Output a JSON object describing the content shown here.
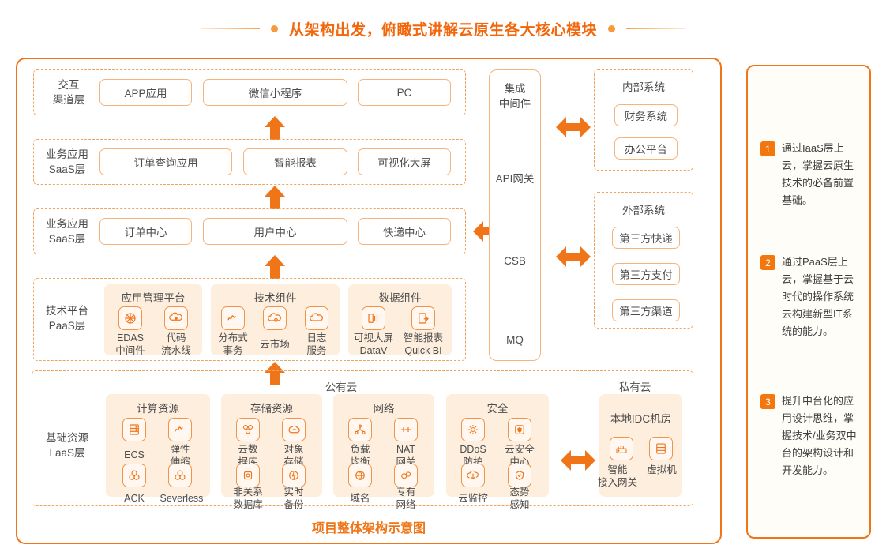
{
  "header": {
    "title": "从架构出发，俯瞰式讲解云原生各大核心模块"
  },
  "architecture": {
    "caption": "项目整体架构示意图",
    "layers": [
      {
        "label_line1": "交互",
        "label_line2": "渠道层",
        "boxes": [
          "APP应用",
          "微信小程序",
          "PC"
        ]
      },
      {
        "label_line1": "业务应用",
        "label_line2": "SaaS层",
        "boxes": [
          "订单查询应用",
          "智能报表",
          "可视化大屏"
        ]
      },
      {
        "label_line1": "业务应用",
        "label_line2": "SaaS层",
        "boxes": [
          "订单中心",
          "用户中心",
          "快递中心"
        ]
      }
    ],
    "paas": {
      "label_line1": "技术平台",
      "label_line2": "PaaS层",
      "groups": [
        {
          "title": "应用管理平台",
          "items": [
            {
              "icon": "edas-icon",
              "line1": "EDAS",
              "line2": "中间件"
            },
            {
              "icon": "code-pipeline-icon",
              "line1": "代码",
              "line2": "流水线"
            }
          ]
        },
        {
          "title": "技术组件",
          "items": [
            {
              "icon": "distributed-transaction-icon",
              "line1": "分布式",
              "line2": "事务"
            },
            {
              "icon": "cloud-market-icon",
              "line1": "云市场",
              "line2": ""
            },
            {
              "icon": "log-service-icon",
              "line1": "日志",
              "line2": "服务"
            }
          ]
        },
        {
          "title": "数据组件",
          "items": [
            {
              "icon": "datav-icon",
              "line1": "可视大屏",
              "line2": "DataV"
            },
            {
              "icon": "quickbi-icon",
              "line1": "智能报表",
              "line2": "Quick BI"
            }
          ]
        }
      ]
    },
    "middleware": {
      "title_line1": "集成",
      "title_line2": "中间件",
      "items": [
        "API网关",
        "CSB",
        "MQ"
      ]
    },
    "internal_system": {
      "title": "内部系统",
      "boxes": [
        "财务系统",
        "办公平台"
      ]
    },
    "external_system": {
      "title": "外部系统",
      "boxes": [
        "第三方快递",
        "第三方支付",
        "第三方渠道"
      ]
    },
    "iaas": {
      "label_line1": "基础资源",
      "label_line2": "LaaS层",
      "public_cloud_label": "公有云",
      "private_cloud_label": "私有云",
      "groups": [
        {
          "title": "计算资源",
          "items": [
            {
              "icon": "ecs-icon",
              "line1": "ECS",
              "line2": ""
            },
            {
              "icon": "elastic-scaling-icon",
              "line1": "弹性",
              "line2": "伸缩"
            },
            {
              "icon": "ack-icon",
              "line1": "ACK",
              "line2": ""
            },
            {
              "icon": "serverless-icon",
              "line1": "Severless",
              "line2": ""
            }
          ]
        },
        {
          "title": "存储资源",
          "items": [
            {
              "icon": "cloud-database-icon",
              "line1": "云数",
              "line2": "据库"
            },
            {
              "icon": "object-storage-icon",
              "line1": "对象",
              "line2": "存储"
            },
            {
              "icon": "nosql-database-icon",
              "line1": "非关系",
              "line2": "数据库"
            },
            {
              "icon": "realtime-backup-icon",
              "line1": "实时",
              "line2": "备份"
            }
          ]
        },
        {
          "title": "网络",
          "items": [
            {
              "icon": "load-balancer-icon",
              "line1": "负载",
              "line2": "均衡"
            },
            {
              "icon": "nat-gateway-icon",
              "line1": "NAT",
              "line2": "网关"
            },
            {
              "icon": "domain-icon",
              "line1": "域名",
              "line2": ""
            },
            {
              "icon": "vpc-icon",
              "line1": "专有",
              "line2": "网络"
            }
          ]
        },
        {
          "title": "安全",
          "items": [
            {
              "icon": "ddos-icon",
              "line1": "DDoS",
              "line2": "防护"
            },
            {
              "icon": "cloud-security-center-icon",
              "line1": "云安全",
              "line2": "中心"
            },
            {
              "icon": "cloud-monitor-icon",
              "line1": "云监控",
              "line2": ""
            },
            {
              "icon": "situation-awareness-icon",
              "line1": "态势",
              "line2": "感知"
            }
          ]
        }
      ],
      "private_group": {
        "title": "本地IDC机房",
        "items": [
          {
            "icon": "smart-access-gateway-icon",
            "line1": "智能",
            "line2": "接入网关"
          },
          {
            "icon": "virtual-machine-icon",
            "line1": "虚拟机",
            "line2": ""
          }
        ]
      }
    }
  },
  "sidebar": {
    "items": [
      {
        "number": "1",
        "text": "通过IaaS层上云，掌握云原生技术的必备前置基础。"
      },
      {
        "number": "2",
        "text": "通过PaaS层上云，掌握基于云时代的操作系统去构建新型IT系统的能力。"
      },
      {
        "number": "3",
        "text": "提升中台化的应用设计思维，掌握技术/业务双中台的架构设计和开发能力。"
      }
    ]
  },
  "colors": {
    "accent": "#ef7518",
    "title": "#f2660c",
    "panel_fill": "#fdeedd",
    "border_light": "#f6b47c"
  }
}
